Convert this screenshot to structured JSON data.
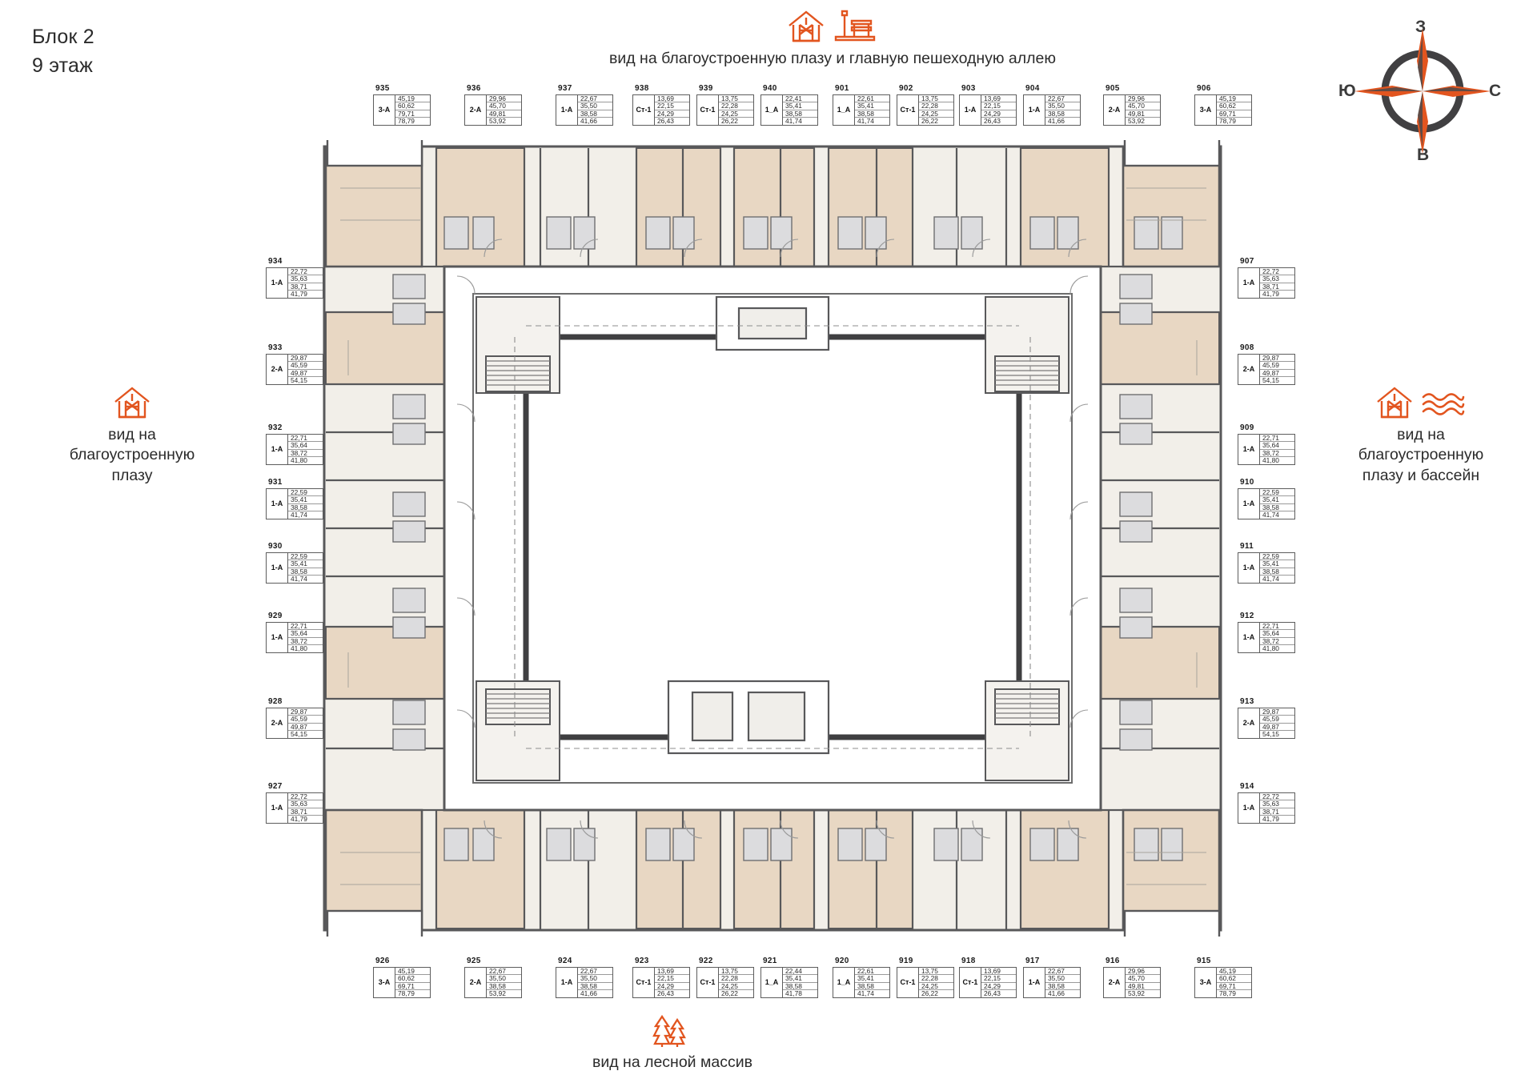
{
  "page": {
    "title": "Блок 2\n9 этаж"
  },
  "captions": {
    "top": {
      "text": "вид на благоустроенную плазу и главную пешеходную аллею",
      "icons": [
        "house-icon",
        "bench-lamp-icon"
      ]
    },
    "bottom": {
      "text": "вид на лесной массив",
      "icons": [
        "forest-icon"
      ]
    },
    "left": {
      "text": "вид на\nблагоустроенную\nплазу",
      "icons": [
        "house-icon"
      ]
    },
    "right": {
      "text": "вид на\nблагоустроенную\nплазу и бассейн",
      "icons": [
        "house-icon",
        "waves-icon"
      ]
    }
  },
  "compass": {
    "name": "compass-rose",
    "north_label": "З",
    "south_label": "В",
    "west_label": "Ю",
    "east_label": "С",
    "needle_color": "#e2551f",
    "ring_color": "#414042"
  },
  "colors": {
    "accent": "#e2551f",
    "ink": "#2b2b2b",
    "wall": "#58585a",
    "unit_fill_warm": "#e8d7c3",
    "unit_fill_cool": "#f2efe9",
    "corridor": "#ffffff"
  },
  "apartments": {
    "top": [
      {
        "no": "935",
        "type": "3-A",
        "values": [
          "45,19",
          "60,62",
          "79,71",
          "78,79"
        ]
      },
      {
        "no": "936",
        "type": "2-A",
        "values": [
          "29,96",
          "45,70",
          "49,81",
          "53,92"
        ]
      },
      {
        "no": "937",
        "type": "1-A",
        "values": [
          "22,67",
          "35,50",
          "38,58",
          "41,66"
        ]
      },
      {
        "no": "938",
        "type": "Ст-1",
        "values": [
          "13,69",
          "22,15",
          "24,29",
          "26,43"
        ]
      },
      {
        "no": "939",
        "type": "Ст-1",
        "values": [
          "13,75",
          "22,28",
          "24,25",
          "26,22"
        ]
      },
      {
        "no": "940",
        "type": "1_A",
        "values": [
          "22,41",
          "35,41",
          "38,58",
          "41,74"
        ]
      },
      {
        "no": "901",
        "type": "1_A",
        "values": [
          "22,61",
          "35,41",
          "38,58",
          "41,74"
        ]
      },
      {
        "no": "902",
        "type": "Ст-1",
        "values": [
          "13,75",
          "22,28",
          "24,25",
          "26,22"
        ]
      },
      {
        "no": "903",
        "type": "1-A",
        "values": [
          "13,69",
          "22,15",
          "24,29",
          "26,43"
        ]
      },
      {
        "no": "904",
        "type": "1-A",
        "values": [
          "22,67",
          "35,50",
          "38,58",
          "41,66"
        ]
      },
      {
        "no": "905",
        "type": "2-A",
        "values": [
          "29,96",
          "45,70",
          "49,81",
          "53,92"
        ]
      },
      {
        "no": "906",
        "type": "3-A",
        "values": [
          "45,19",
          "60,62",
          "69,71",
          "78,79"
        ]
      }
    ],
    "bottom": [
      {
        "no": "926",
        "type": "3-A",
        "values": [
          "45,19",
          "60,62",
          "69,71",
          "78,79"
        ]
      },
      {
        "no": "925",
        "type": "2-A",
        "values": [
          "22,67",
          "35,50",
          "38,58",
          "53,92"
        ]
      },
      {
        "no": "924",
        "type": "1-A",
        "values": [
          "22,67",
          "35,50",
          "38,58",
          "41,66"
        ]
      },
      {
        "no": "923",
        "type": "Ст-1",
        "values": [
          "13,69",
          "22,15",
          "24,29",
          "26,43"
        ]
      },
      {
        "no": "922",
        "type": "Ст-1",
        "values": [
          "13,75",
          "22,28",
          "24,25",
          "26,22"
        ]
      },
      {
        "no": "921",
        "type": "1_A",
        "values": [
          "22,44",
          "35,41",
          "38,58",
          "41,78"
        ]
      },
      {
        "no": "920",
        "type": "1_A",
        "values": [
          "22,61",
          "35,41",
          "38,58",
          "41,74"
        ]
      },
      {
        "no": "919",
        "type": "Ст-1",
        "values": [
          "13,75",
          "22,28",
          "24,25",
          "26,22"
        ]
      },
      {
        "no": "918",
        "type": "Ст-1",
        "values": [
          "13,69",
          "22,15",
          "24,29",
          "26,43"
        ]
      },
      {
        "no": "917",
        "type": "1-A",
        "values": [
          "22,67",
          "35,50",
          "38,58",
          "41,66"
        ]
      },
      {
        "no": "916",
        "type": "2-A",
        "values": [
          "29,96",
          "45,70",
          "49,81",
          "53,92"
        ]
      },
      {
        "no": "915",
        "type": "3-A",
        "values": [
          "45,19",
          "60,62",
          "69,71",
          "78,79"
        ]
      }
    ],
    "left": [
      {
        "no": "934",
        "type": "1-A",
        "values": [
          "22,72",
          "35,63",
          "38,71",
          "41,79"
        ]
      },
      {
        "no": "933",
        "type": "2-A",
        "values": [
          "29,87",
          "45,59",
          "49,87",
          "54,15"
        ]
      },
      {
        "no": "932",
        "type": "1-A",
        "values": [
          "22,71",
          "35,64",
          "38,72",
          "41,80"
        ]
      },
      {
        "no": "931",
        "type": "1-A",
        "values": [
          "22,59",
          "35,41",
          "38,58",
          "41,74"
        ]
      },
      {
        "no": "930",
        "type": "1-A",
        "values": [
          "22,59",
          "35,41",
          "38,58",
          "41,74"
        ]
      },
      {
        "no": "929",
        "type": "1-A",
        "values": [
          "22,71",
          "35,64",
          "38,72",
          "41,80"
        ]
      },
      {
        "no": "928",
        "type": "2-A",
        "values": [
          "29,87",
          "45,59",
          "49,87",
          "54,15"
        ]
      },
      {
        "no": "927",
        "type": "1-A",
        "values": [
          "22,72",
          "35,63",
          "38,71",
          "41,79"
        ]
      }
    ],
    "right": [
      {
        "no": "907",
        "type": "1-A",
        "values": [
          "22,72",
          "35,63",
          "38,71",
          "41,79"
        ]
      },
      {
        "no": "908",
        "type": "2-A",
        "values": [
          "29,87",
          "45,59",
          "49,87",
          "54,15"
        ]
      },
      {
        "no": "909",
        "type": "1-A",
        "values": [
          "22,71",
          "35,64",
          "38,72",
          "41,80"
        ]
      },
      {
        "no": "910",
        "type": "1-A",
        "values": [
          "22,59",
          "35,41",
          "38,58",
          "41,74"
        ]
      },
      {
        "no": "911",
        "type": "1-A",
        "values": [
          "22,59",
          "35,41",
          "38,58",
          "41,74"
        ]
      },
      {
        "no": "912",
        "type": "1-A",
        "values": [
          "22,71",
          "35,64",
          "38,72",
          "41,80"
        ]
      },
      {
        "no": "913",
        "type": "2-A",
        "values": [
          "29,87",
          "45,59",
          "49,87",
          "54,15"
        ]
      },
      {
        "no": "914",
        "type": "1-A",
        "values": [
          "22,72",
          "35,63",
          "38,71",
          "41,79"
        ]
      }
    ]
  }
}
